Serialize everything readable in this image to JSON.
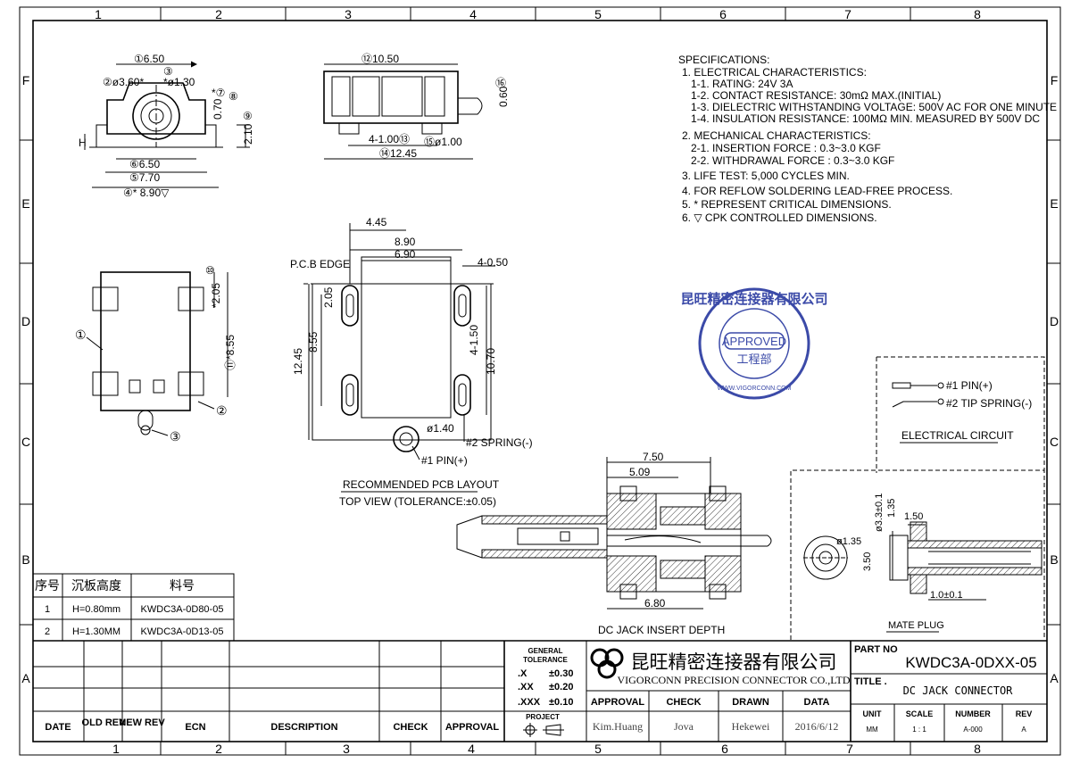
{
  "frame": {
    "col_labels": [
      "1",
      "2",
      "3",
      "4",
      "5",
      "6",
      "7",
      "8"
    ],
    "row_labels": [
      "F",
      "E",
      "D",
      "C",
      "B",
      "A"
    ]
  },
  "specs": {
    "lines": [
      "SPECIFICATIONS:",
      "1. ELECTRICAL CHARACTERISTICS:",
      "1-1. RATING: 24V 3A",
      "1-2. CONTACT RESISTANCE: 30mΩ MAX.(INITIAL)",
      "1-3. DIELECTRIC WITHSTANDING VOLTAGE: 500V AC FOR ONE MINUTE",
      "1-4. INSULATION RESISTANCE: 100MΩ MIN. MEASURED BY 500V DC",
      "2. MECHANICAL CHARACTERISTICS:",
      "2-1. INSERTION FORCE : 0.3~3.0 KGF",
      "2-2. WITHDRAWAL FORCE : 0.3~3.0 KGF",
      "3. LIFE TEST: 5,000 CYCLES MIN.",
      "4. FOR REFLOW SOLDERING LEAD-FREE PROCESS.",
      "5. * REPRESENT CRITICAL DIMENSIONS.",
      "6. ▽ CPK CONTROLLED DIMENSIONS."
    ]
  },
  "front_view": {
    "dims": [
      "①6.50",
      "②ø3.60*",
      "③",
      "*ø1.30",
      "0.70",
      "*⑦",
      "⑧",
      "2.10",
      "⑨",
      "H",
      "⑥6.50",
      "⑤7.70",
      "④* 8.90▽"
    ]
  },
  "side_view": {
    "dims": [
      "⑫10.50",
      "⑯",
      "0.60",
      "4-1.00⑬",
      "⑮ø1.00",
      "⑭12.45"
    ]
  },
  "bottom_view": {
    "dims": [
      "⑩",
      "*2.05",
      "⑪*8.55"
    ],
    "callouts": [
      "①",
      "②",
      "③"
    ]
  },
  "pcb_layout": {
    "dims": [
      "4.45",
      "8.90",
      "6.90",
      "P.C.B EDGE",
      "4-0.50",
      "2.05",
      "8.55",
      "12.45",
      "4-1.50",
      "10.70",
      "ø1.40"
    ],
    "pin_labels": [
      "#2 SPRING(-)",
      "#1 PIN(+)"
    ],
    "title": "RECOMMENDED PCB LAYOUT",
    "subtitle": "TOP VIEW (TOLERANCE:±0.05)"
  },
  "stamp": {
    "company": "昆旺精密连接器有限公司",
    "approved": "APPROVED",
    "dept": "工程部",
    "url": "WWW.VIGORCONN.COM"
  },
  "circuit": {
    "pin1": "#1 PIN(+)",
    "pin2": "#2 TIP SPRING(-)",
    "title": "ELECTRICAL CIRCUIT"
  },
  "insert_depth": {
    "dims": [
      "7.50",
      "5.09",
      "6.80"
    ],
    "title": "DC JACK INSERT DEPTH"
  },
  "mate_plug": {
    "dims": [
      "ø3.3±0.1",
      "1.35",
      "1.50",
      "ø1.35",
      "3.50",
      "1.0±0.1"
    ],
    "title": "MATE PLUG"
  },
  "parts_table": {
    "headers": [
      "序号",
      "沉板高度",
      "料号"
    ],
    "rows": [
      [
        "1",
        "H=0.80mm",
        "KWDC3A-0D80-05"
      ],
      [
        "2",
        "H=1.30MM",
        "KWDC3A-0D13-05"
      ]
    ]
  },
  "revision_block": {
    "headers": [
      "DATE",
      "OLD REV",
      "NEW REV",
      "ECN",
      "DESCRIPTION",
      "CHECK",
      "APPROVAL"
    ]
  },
  "tolerance": {
    "title_line1": "GENERAL",
    "title_line2": "TOLERANCE",
    "rows": [
      [
        ".X",
        "±0.30"
      ],
      [
        ".XX",
        "±0.20"
      ],
      [
        ".XXX",
        "±0.10"
      ]
    ],
    "project": "PROJECT"
  },
  "company": {
    "name_cn": "昆旺精密连接器有限公司",
    "name_en": "VIGORCONN PRECISION CONNECTOR CO.,LTD"
  },
  "signoff": {
    "headers": [
      "APPROVAL",
      "CHECK",
      "DRAWN",
      "DATA"
    ],
    "values": [
      "Kim.Huang",
      "Jova",
      "Hekewei",
      "2016/6/12"
    ]
  },
  "title_block": {
    "part_no_label": "PART NO",
    "part_no": "KWDC3A-0DXX-05",
    "title_label": "TITLE .",
    "title": "DC JACK CONNECTOR",
    "unit_label": "UNIT",
    "unit": "MM",
    "scale_label": "SCALE",
    "scale": "1 : 1",
    "number_label": "NUMBER",
    "number": "A-000",
    "rev_label": "REV",
    "rev": "A"
  }
}
